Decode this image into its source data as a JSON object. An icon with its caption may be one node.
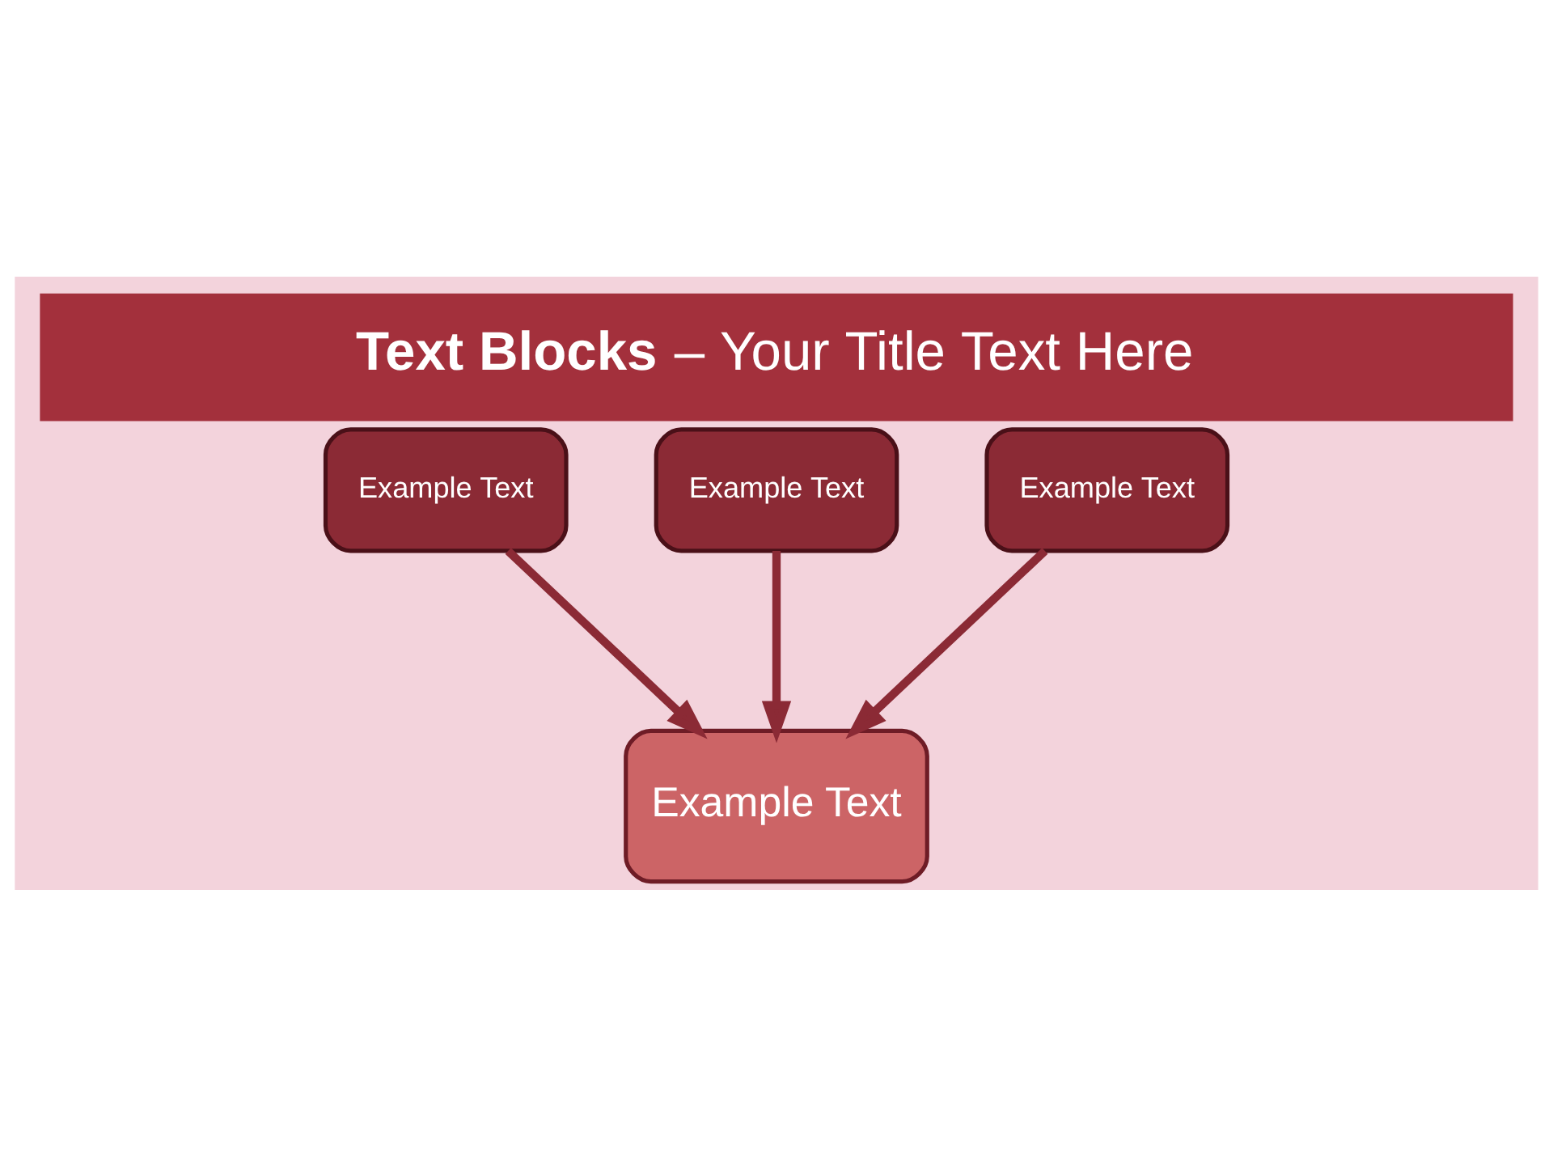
{
  "diagram": {
    "title": "**Text Blocks** – Your Title Text Here",
    "nodes": [
      {
        "text": [
          "Example Text"
        ]
      },
      {
        "text": [
          "Example Text"
        ]
      },
      {
        "text": [
          "Example Text"
        ]
      },
      {
        "text": [
          "Example Text"
        ]
      }
    ],
    "edges": [
      {
        "from": 0,
        "to": 3,
        "arrow": "to"
      },
      {
        "from": 1,
        "to": 3,
        "arrow": "to"
      },
      {
        "from": 2,
        "to": 3,
        "arrow": "to"
      }
    ]
  }
}
